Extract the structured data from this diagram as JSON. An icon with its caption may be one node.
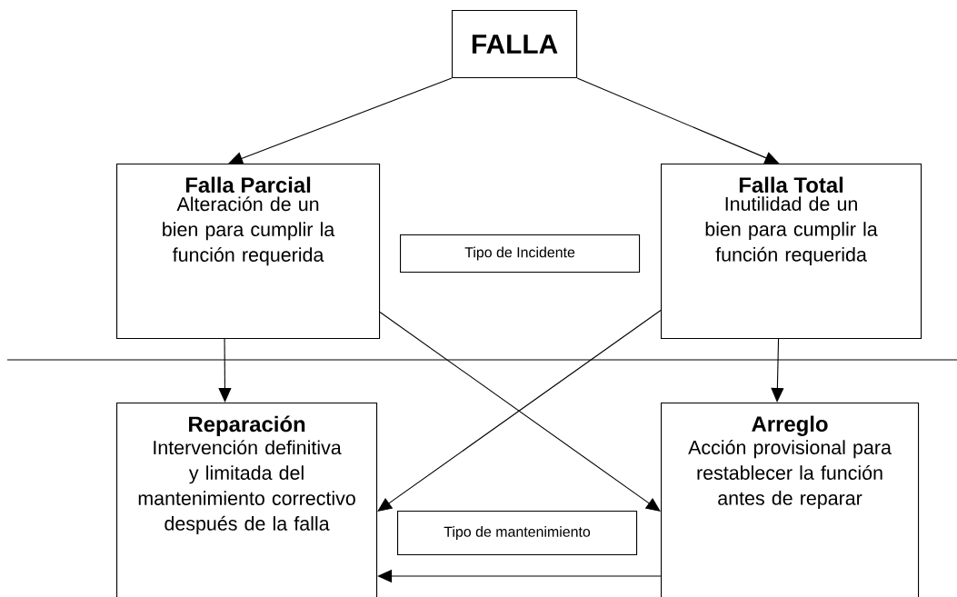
{
  "diagram": {
    "nodes": [
      {
        "text": [
          "FALLA"
        ]
      },
      {
        "text": [
          "Falla Parcial",
          "Alteración de un bien para cumplir la función requerida"
        ]
      },
      {
        "text": [
          "Falla Total",
          "Inutilidad de un bien para cumplir la función requerida"
        ]
      },
      {
        "text": [
          "Tipo de Incidente"
        ]
      },
      {
        "text": [
          "Reparación",
          "Intervención definitiva y limitada del mantenimiento correctivo después de la falla"
        ]
      },
      {
        "text": [
          "Arreglo",
          "Acción provisional para restablecer la función antes de reparar"
        ]
      },
      {
        "text": [
          "Tipo de mantenimiento"
        ]
      }
    ],
    "edges": [
      {
        "from": 0,
        "to": 1,
        "arrow": "to"
      },
      {
        "from": 0,
        "to": 2,
        "arrow": "to"
      },
      {
        "from": 1,
        "to": 4,
        "arrow": "to"
      },
      {
        "from": 2,
        "to": 5,
        "arrow": "to"
      },
      {
        "from": 1,
        "to": 5,
        "arrow": "to"
      },
      {
        "from": 2,
        "to": 4,
        "arrow": "to"
      },
      {
        "from": 5,
        "to": 4,
        "arrow": "to"
      }
    ]
  }
}
